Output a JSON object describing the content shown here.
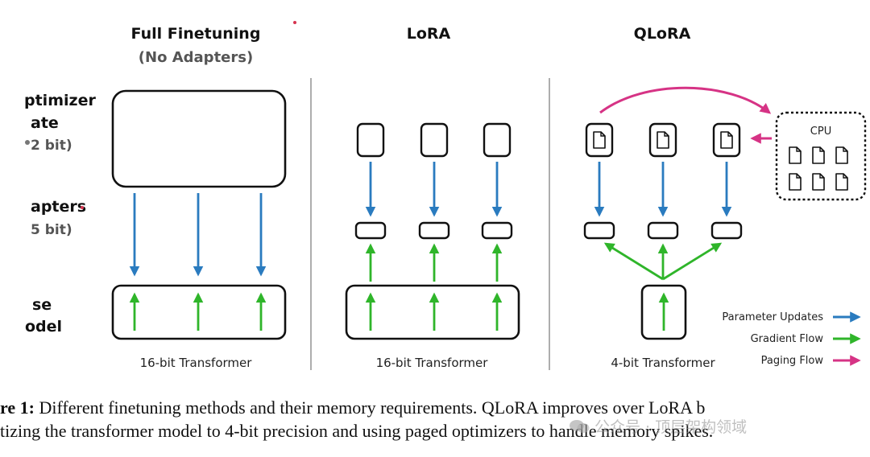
{
  "panels": {
    "full": {
      "title": "Full Finetuning",
      "subtitle": "(No Adapters)",
      "footer": "16-bit Transformer"
    },
    "lora": {
      "title": "LoRA",
      "footer": "16-bit Transformer"
    },
    "qlora": {
      "title": "QLoRA",
      "footer": "4-bit Transformer",
      "cpu_label": "CPU"
    }
  },
  "row_labels": {
    "optimizer_line1": "ptimizer",
    "optimizer_line2": "ate",
    "optimizer_line3": "2 bit)",
    "adapters_line1": "apters",
    "adapters_line2": "5 bit)",
    "base_line1": "se",
    "base_line2": "odel"
  },
  "legend": {
    "items": [
      {
        "label": "Parameter Updates",
        "color": "#2a7bbf"
      },
      {
        "label": "Gradient Flow",
        "color": "#2fb52a"
      },
      {
        "label": "Paging Flow",
        "color": "#d63385"
      }
    ]
  },
  "caption": {
    "line1_bold": "re 1:",
    "line1_text": " Different finetuning methods and their memory requirements. QLoRA improves over LoRA b",
    "line2_text": "tizing the transformer model to 4-bit precision and using paged optimizers to handle memory spikes."
  },
  "watermark": {
    "text": "公众号 · 顶层架构领域"
  },
  "colors": {
    "update": "#2a7bbf",
    "gradient": "#2fb52a",
    "paging": "#d63385",
    "stroke": "#111111"
  }
}
